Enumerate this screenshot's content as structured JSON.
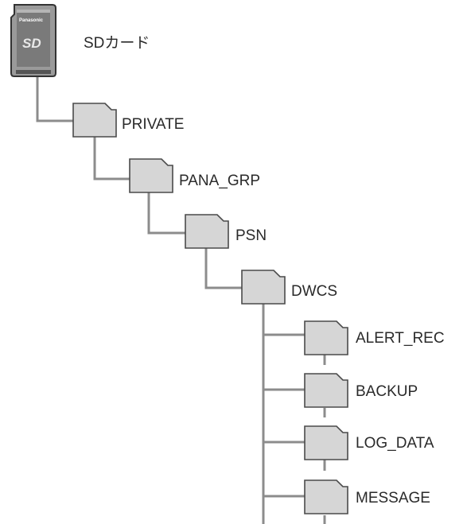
{
  "sd_card": {
    "label": "SDカード",
    "logo_text": "Panasonic",
    "logo_mark": "SD"
  },
  "folders": [
    {
      "label": "PRIVATE"
    },
    {
      "label": "PANA_GRP"
    },
    {
      "label": "PSN"
    },
    {
      "label": "DWCS"
    },
    {
      "label": "ALERT_REC"
    },
    {
      "label": "BACKUP"
    },
    {
      "label": "LOG_DATA"
    },
    {
      "label": "MESSAGE"
    }
  ],
  "colors": {
    "line": "#8c8c8c",
    "folder_fill": "#d6d6d6",
    "folder_stroke": "#4a4a4a",
    "card_body": "#9a9a9a",
    "card_face": "#7a7a7a",
    "text": "#2a2a2a"
  }
}
